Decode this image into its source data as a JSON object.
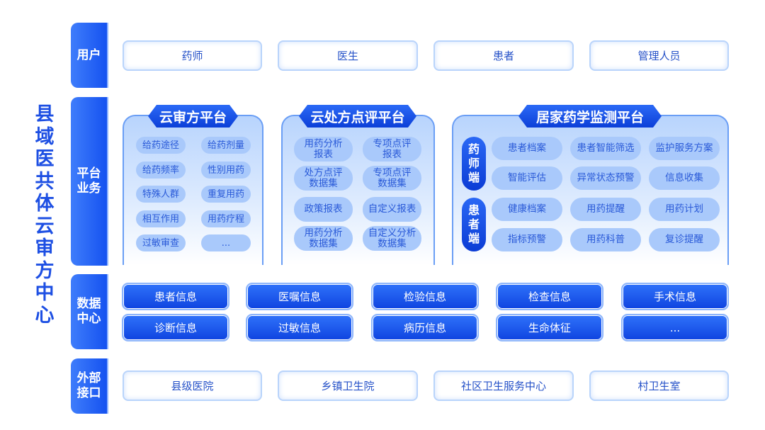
{
  "title": "县域医共体云审方中心",
  "layers": {
    "users": "用户",
    "platform": "平台业务",
    "data": "数据中心",
    "external": "外部接口"
  },
  "users": [
    "药师",
    "医生",
    "患者",
    "管理人员"
  ],
  "platforms": {
    "audit": {
      "title": "云审方平台",
      "items": [
        "给药途径",
        "给药剂量",
        "给药频率",
        "性别用药",
        "特殊人群",
        "重复用药",
        "相互作用",
        "用药疗程",
        "过敏审查",
        "..."
      ]
    },
    "review": {
      "title": "云处方点评平台",
      "items": [
        "用药分析\n报表",
        "专项点评\n报表",
        "处方点评\n数据集",
        "专项点评\n数据集",
        "政策报表",
        "自定义报表",
        "用药分析\n数据集",
        "自定义分析\n数据集"
      ]
    },
    "home": {
      "title": "居家药学监测平台",
      "pharmacist": {
        "label": "药师端",
        "items": [
          "患者档案",
          "患者智能筛选",
          "监护服务方案",
          "智能评估",
          "异常状态预警",
          "信息收集"
        ]
      },
      "patient": {
        "label": "患者端",
        "items": [
          "健康档案",
          "用药提醒",
          "用药计划",
          "指标预警",
          "用药科普",
          "复诊提醒"
        ]
      }
    }
  },
  "data_center": [
    "患者信息",
    "医嘱信息",
    "检验信息",
    "检查信息",
    "手术信息",
    "诊断信息",
    "过敏信息",
    "病历信息",
    "生命体征",
    "..."
  ],
  "external": [
    "县级医院",
    "乡镇卫生院",
    "社区卫生服务中心",
    "村卫生室"
  ]
}
